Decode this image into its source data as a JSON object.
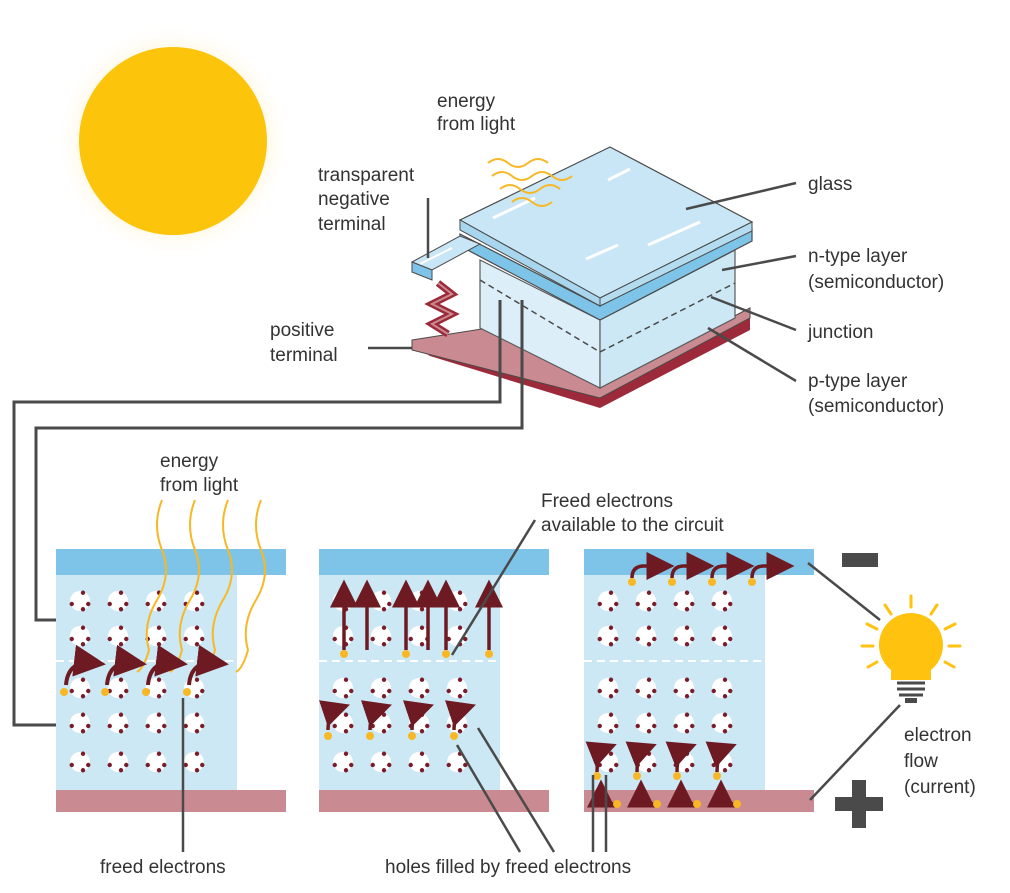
{
  "colors": {
    "sun": "#fcc40a",
    "glass": "#c8e6f5",
    "glass_top": "#b4dcf0",
    "ntype": "#7ec4e8",
    "panel": "#cce8f5",
    "ptype": "#c98b91",
    "ptype_dark": "#9c2a3a",
    "atom_dot": "#7a1c2a",
    "electron": "#f8b825",
    "arrow": "#6e1a22",
    "line": "#4a4a4a",
    "bulb": "#ffc20e"
  },
  "top": {
    "energy_from_light": [
      "energy",
      "from light"
    ],
    "transparent_negative_terminal": [
      "transparent",
      "negative",
      "terminal"
    ],
    "positive_terminal": [
      "positive",
      "terminal"
    ],
    "glass": "glass",
    "n_type_layer": [
      "n-type layer",
      "(semiconductor)"
    ],
    "junction": "junction",
    "p_type_layer": [
      "p-type layer",
      "(semiconductor)"
    ]
  },
  "bottom": {
    "energy_from_light": [
      "energy",
      "from light"
    ],
    "freed_electrons_available": [
      "Freed electrons",
      "available to the circuit"
    ],
    "freed_electrons": "freed electrons",
    "holes_filled": "holes filled by freed electrons",
    "electron_flow": [
      "electron",
      "flow",
      "(current)"
    ],
    "minus_sign": "minus",
    "plus_sign": "plus"
  },
  "icons": [
    "sun-icon",
    "light-bulb-icon",
    "solar-cell-icon",
    "minus-icon",
    "plus-icon"
  ]
}
